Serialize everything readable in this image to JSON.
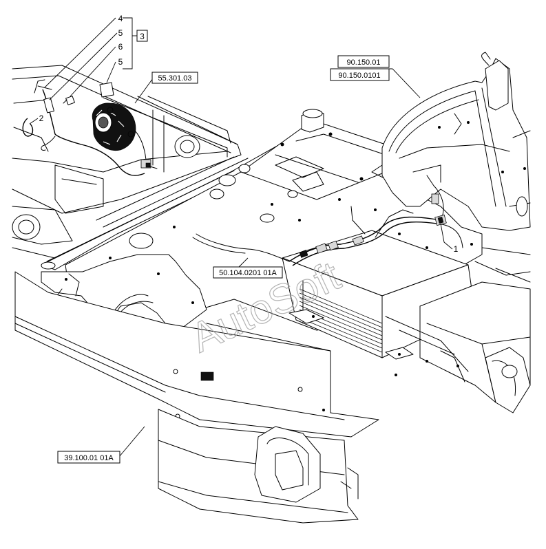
{
  "refs": {
    "r1": "90.150.01",
    "r2": "90.150.0101",
    "r3": "55.301.03",
    "r4": "50.104.0201 01A",
    "r5": "39.100.01 01A"
  },
  "items": {
    "n4": "4",
    "n5a": "5",
    "n6": "6",
    "n5b": "5",
    "n3": "3",
    "n2": "2",
    "n1": "1"
  },
  "watermark": "AutoSoft"
}
